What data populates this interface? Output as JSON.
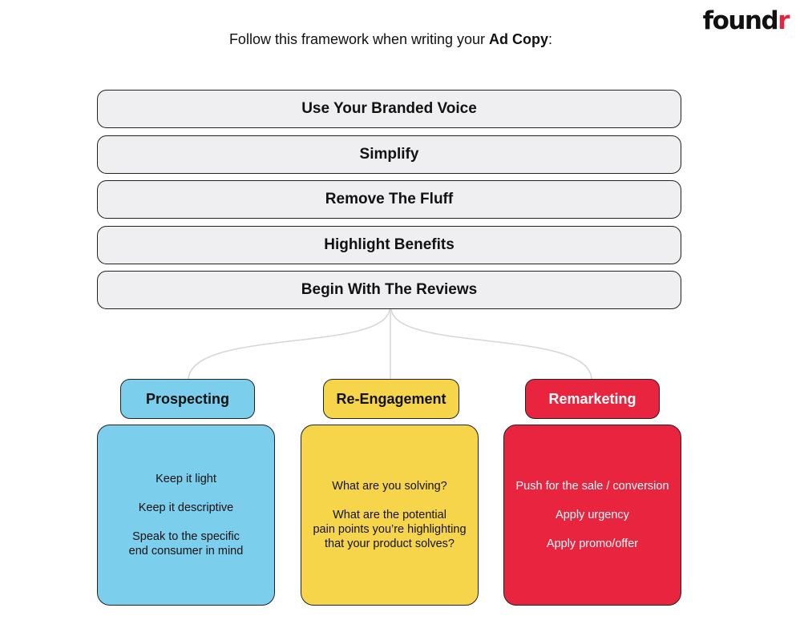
{
  "logo": {
    "main": "found",
    "accent": "r",
    "accent_color": "#e8233d"
  },
  "intro": {
    "prefix": "Follow this framework when writing your ",
    "emphasis": "Ad Copy",
    "suffix": ":"
  },
  "steps": [
    "Use Your Branded Voice",
    "Simplify",
    "Remove The Fluff",
    "Highlight Benefits",
    "Begin With The Reviews"
  ],
  "stages": [
    {
      "title": "Prospecting",
      "color": "#7ccfec",
      "text_color": "#111111",
      "tips": [
        "Keep it light",
        "Keep it descriptive",
        "Speak to the specific\nend consumer in mind"
      ]
    },
    {
      "title": "Re-Engagement",
      "color": "#f6d54b",
      "text_color": "#111111",
      "tips": [
        "What are you solving?",
        "What are the potential\npain points you’re highlighting\nthat your product solves?"
      ]
    },
    {
      "title": "Remarketing",
      "color": "#e9243f",
      "text_color": "#ffffff",
      "tips": [
        "Push for the sale / conversion",
        "Apply urgency",
        "Apply promo/offer"
      ]
    }
  ]
}
